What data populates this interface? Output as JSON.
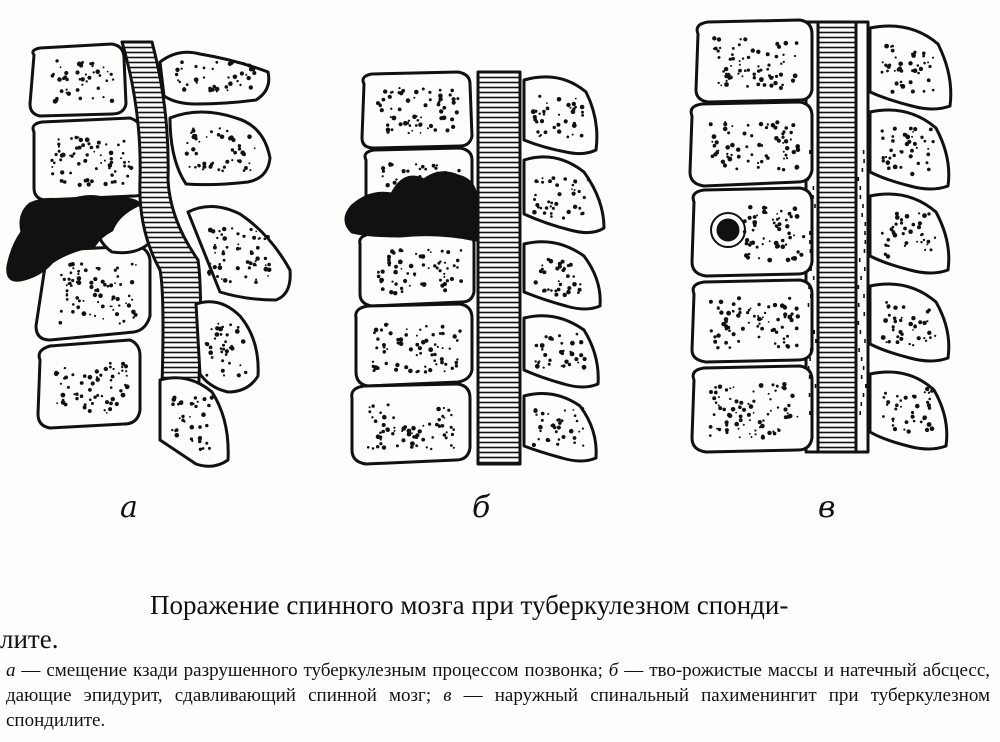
{
  "figure": {
    "panels": [
      {
        "id": "a",
        "label": "а"
      },
      {
        "id": "b",
        "label": "б"
      },
      {
        "id": "c",
        "label": "в"
      }
    ]
  },
  "caption": {
    "title_line1": "Поражение спинного мозга при туберкулезном спонди-",
    "title_line2": "лите.",
    "legend": [
      {
        "key": "а",
        "text": " — смещение кзади разрушенного туберкулезным процессом позвонка; "
      },
      {
        "key": "б",
        "text": " — тво-рожистые массы и натечный абсцесс, дающие эпидурит, сдавливающий спинной мозг; "
      },
      {
        "key": "в",
        "text": " — наружный спинальный пахименингит при туберкулезном спондилите."
      }
    ]
  }
}
